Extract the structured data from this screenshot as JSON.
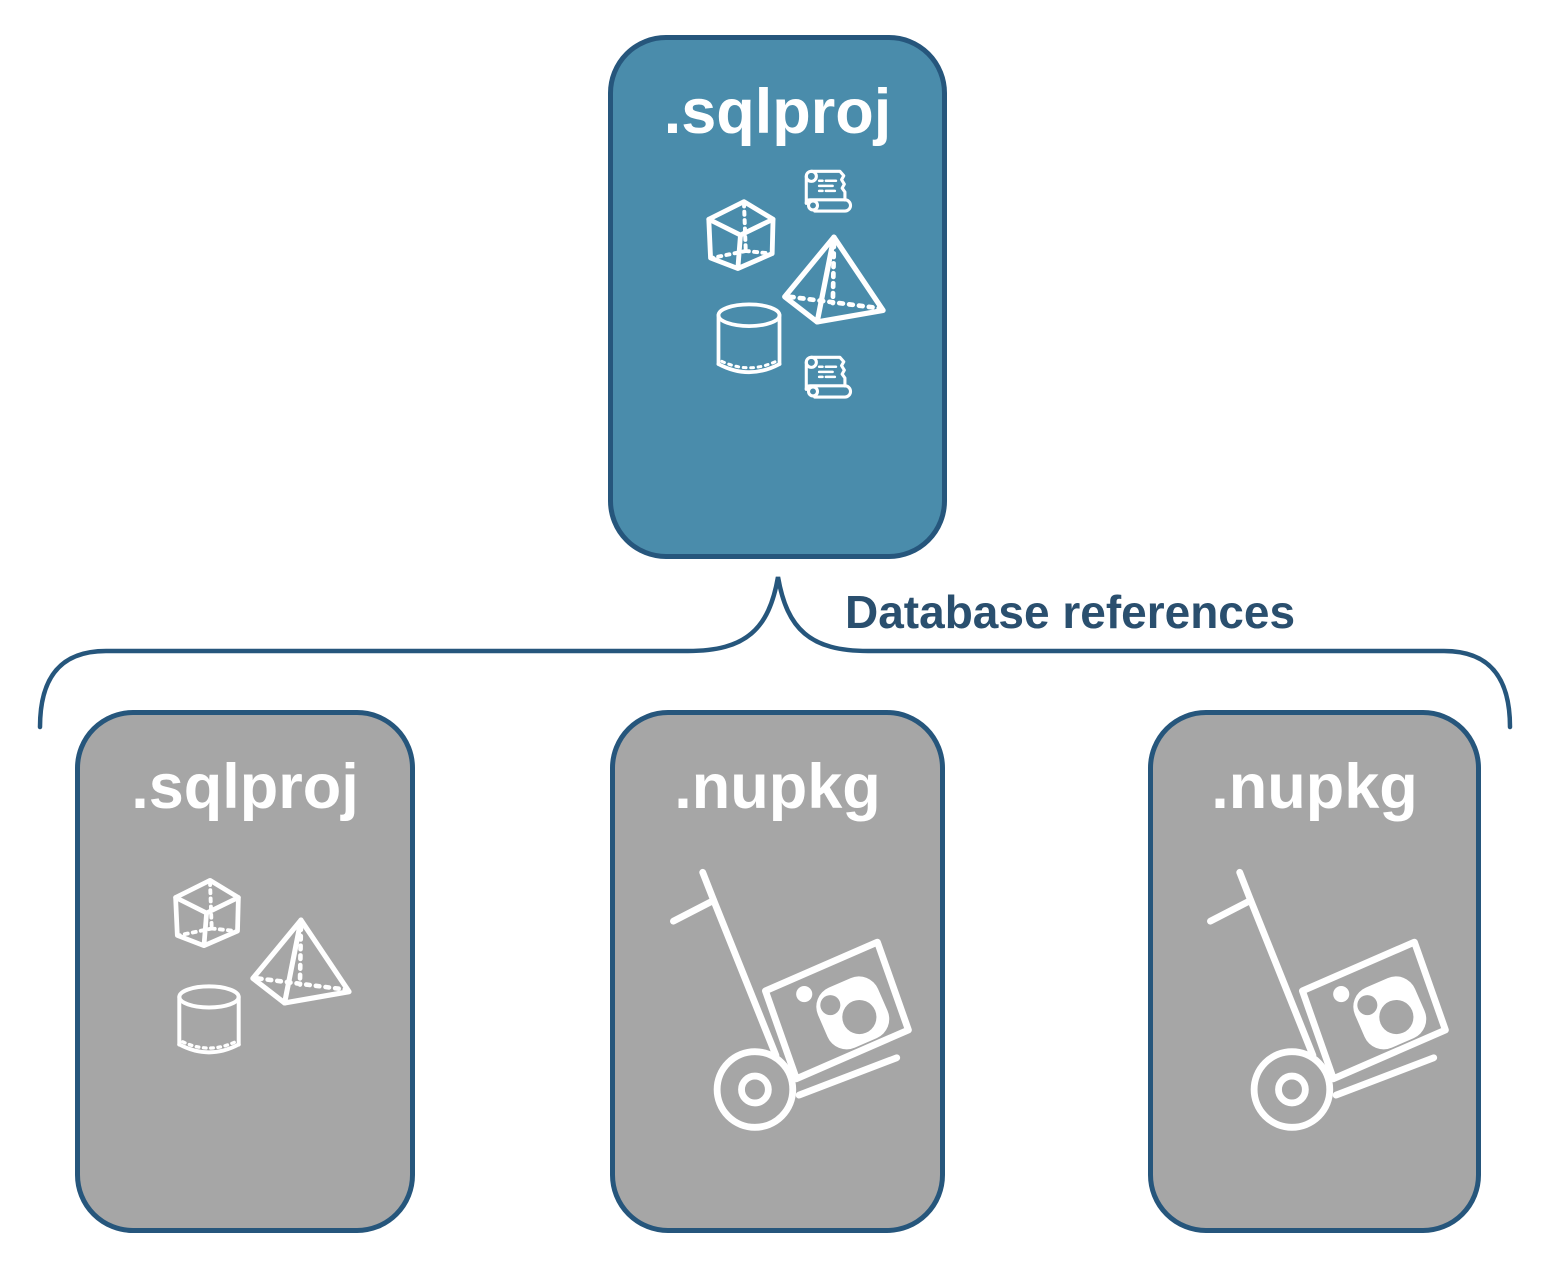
{
  "diagram": {
    "root_node": {
      "label": ".sqlproj",
      "icons": [
        "script-scroll-icon",
        "cube-icon",
        "pyramid-icon",
        "database-cylinder-icon",
        "script-scroll-icon"
      ]
    },
    "connector": {
      "label": "Database references"
    },
    "child_nodes": [
      {
        "label": ".sqlproj",
        "icons": [
          "cube-icon",
          "pyramid-icon",
          "database-cylinder-icon"
        ]
      },
      {
        "label": ".nupkg",
        "icons": [
          "nuget-dolly-icon"
        ]
      },
      {
        "label": ".nupkg",
        "icons": [
          "nuget-dolly-icon"
        ]
      }
    ],
    "colors": {
      "node_accent_fill": "#4A8CAB",
      "node_gray_fill": "#A6A6A6",
      "outline_navy": "#26567C",
      "text_navy": "#2A4F6E",
      "icon_white": "#FFFFFF"
    }
  }
}
